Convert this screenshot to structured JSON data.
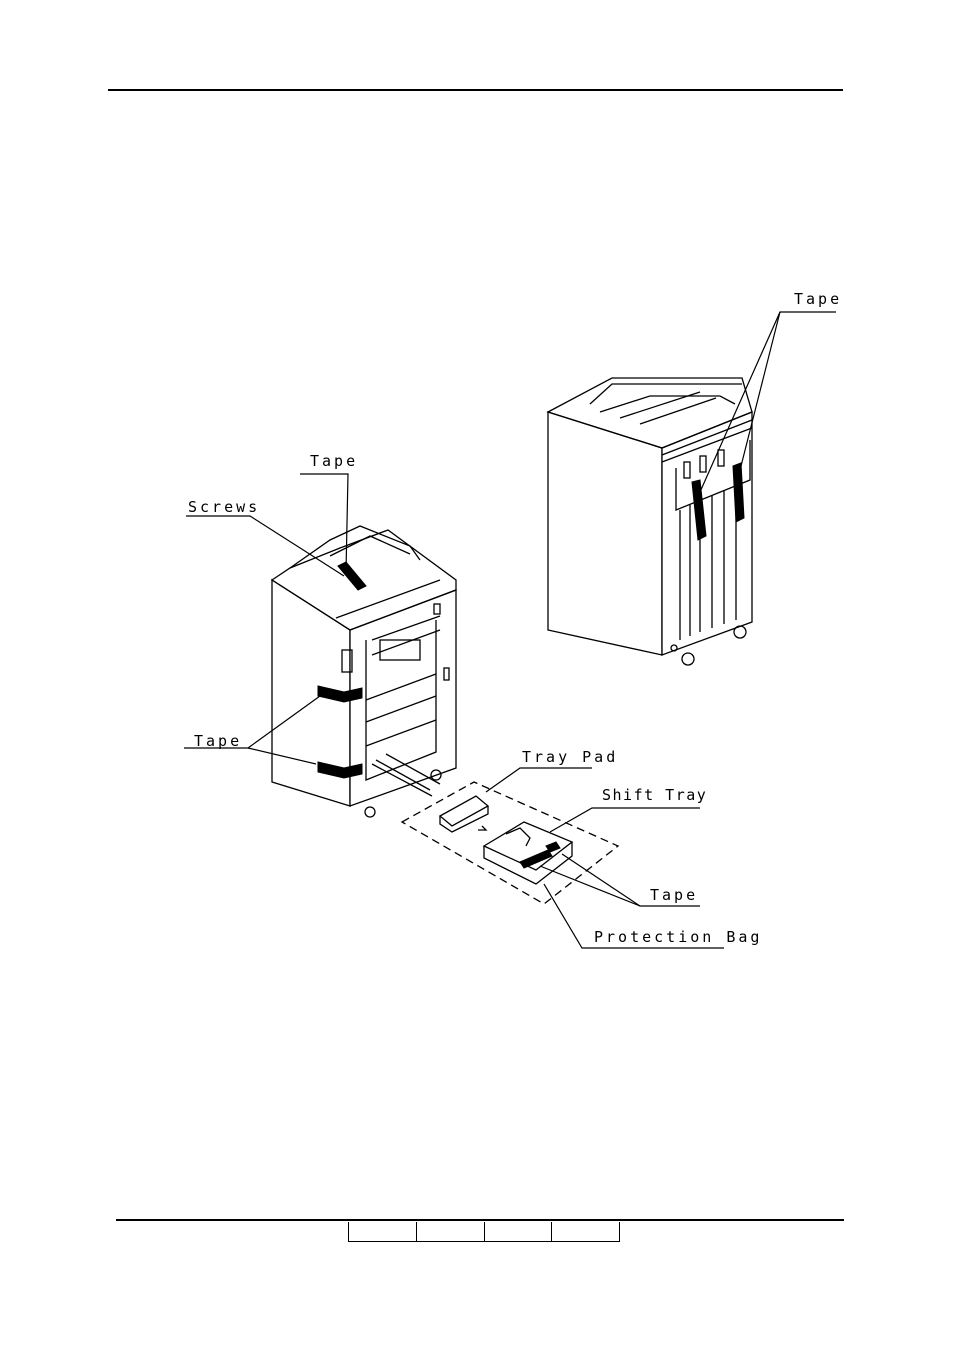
{
  "labels": {
    "tape_top_right": "Tape",
    "tape_top_left": "Tape",
    "screws": "Screws",
    "tape_left_side": "Tape",
    "tray_pad": "Tray Pad",
    "shift_tray": "Shift Tray",
    "tape_tray": "Tape",
    "protection_bag": "Protection Bag"
  },
  "footer": {
    "cells": [
      "",
      "",
      "",
      ""
    ]
  }
}
